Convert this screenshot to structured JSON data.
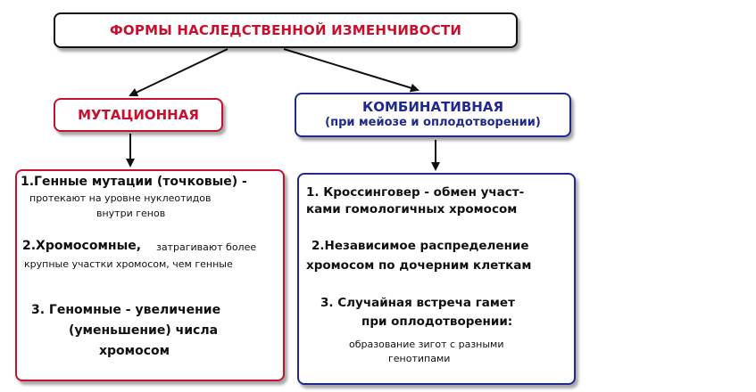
{
  "title": "ФОРМЫ НАСЛЕДСТВЕННОЙ ИЗМЕНЧИВОСТИ",
  "mutation": {
    "header": "МУТАЦИОННАЯ",
    "item1_title": "1.Генные мутации (точковые) -",
    "item1_desc_line1": "протекают на уровне нуклеотидов",
    "item1_desc_line2": "внутри генов",
    "item2_title": "2.Хромосомные,",
    "item2_desc_line1": "затрагивают более",
    "item2_desc_line2": "крупные участки хромосом, чем генные",
    "item3_line1": "3. Геномные - увеличение",
    "item3_line2": "(уменьшение) числа",
    "item3_line3": "хромосом"
  },
  "combinative": {
    "header_line1": "КОМБИНАТИВНАЯ",
    "header_line2": "(при мейозе и оплодотворении)",
    "item1_line1": "1. Кроссинговер - обмен участ-",
    "item1_line2": "ками гомологичных хромосом",
    "item2_line1": "2.Независимое распределение",
    "item2_line2": "хромосом по дочерним клеткам",
    "item3_line1": "3. Случайная встреча гамет",
    "item3_line2": "при оплодотворении:",
    "item3_desc_line1": "образование зигот с разными",
    "item3_desc_line2": "генотипами"
  },
  "colors": {
    "title_text": "#c8102e",
    "mutation_accent": "#c8102e",
    "combinative_accent": "#1f2a8c",
    "arrows": "#111111"
  }
}
